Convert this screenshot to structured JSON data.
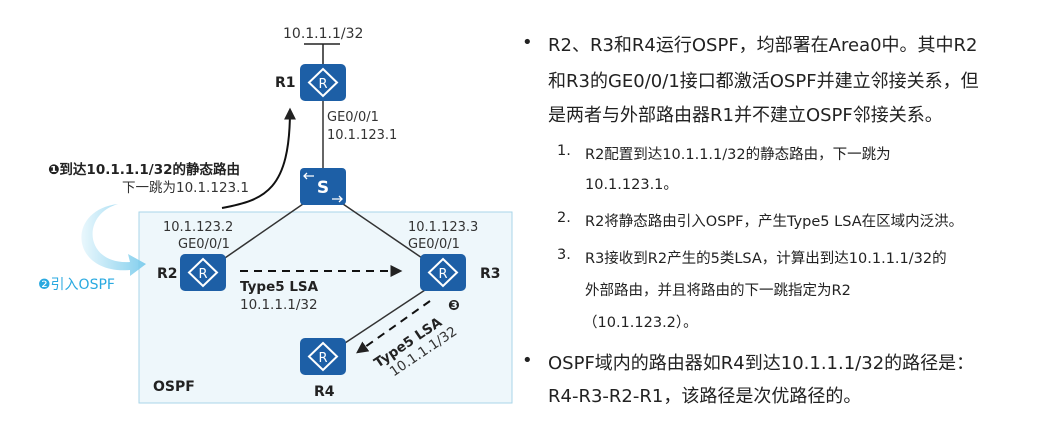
{
  "diagram": {
    "prefix_top": "10.1.1.1/32",
    "r1": "R1",
    "r2": "R2",
    "r3": "R3",
    "r4": "R4",
    "router_glyph": "R",
    "switch_glyph": "S",
    "r1_if": "GE0/0/1",
    "r1_ip": "10.1.123.1",
    "r2_ip": "10.1.123.2",
    "r2_if": "GE0/0/1",
    "r3_ip": "10.1.123.3",
    "r3_if": "GE0/0/1",
    "step1_title": "❶到达10.1.1.1/32的静态路由",
    "step1_sub": "下一跳为10.1.123.1",
    "step2": "❷引入OSPF",
    "step3_marker": "❸",
    "lsa_h_label": "Type5 LSA",
    "lsa_h_prefix": "10.1.1.1/32",
    "lsa_d_label": "Type5 LSA",
    "lsa_d_prefix": "10.1.1.1/32",
    "area_label": "OSPF",
    "colors": {
      "router": "#1d5fa6",
      "area_fill": "#eef7fb",
      "area_border": "#a9d6e8",
      "step2": "#29a9e0"
    }
  },
  "notes": {
    "bullet_symbol": "•",
    "bullet1_lines": [
      "R2、R3和R4运行OSPF，均部署在Area0中。其中R2",
      "和R3的GE0/0/1接口都激活OSPF并建立邻接关系，但",
      "是两者与外部路由器R1并不建立OSPF邻接关系。"
    ],
    "steps": [
      {
        "num": "1.",
        "lines": [
          "R2配置到达10.1.1.1/32的静态路由，下一跳为",
          "10.1.123.1。"
        ]
      },
      {
        "num": "2.",
        "lines": [
          "R2将静态路由引入OSPF，产生Type5 LSA在区域内泛洪。"
        ]
      },
      {
        "num": "3.",
        "lines": [
          "R3接收到R2产生的5类LSA，计算出到达10.1.1.1/32的",
          "外部路由，并且将路由的下一跳指定为R2",
          "（10.1.123.2）。"
        ]
      }
    ],
    "bullet2_lines": [
      "OSPF域内的路由器如R4到达10.1.1.1/32的路径是：",
      "R4-R3-R2-R1，该路径是次优路径的。"
    ]
  }
}
